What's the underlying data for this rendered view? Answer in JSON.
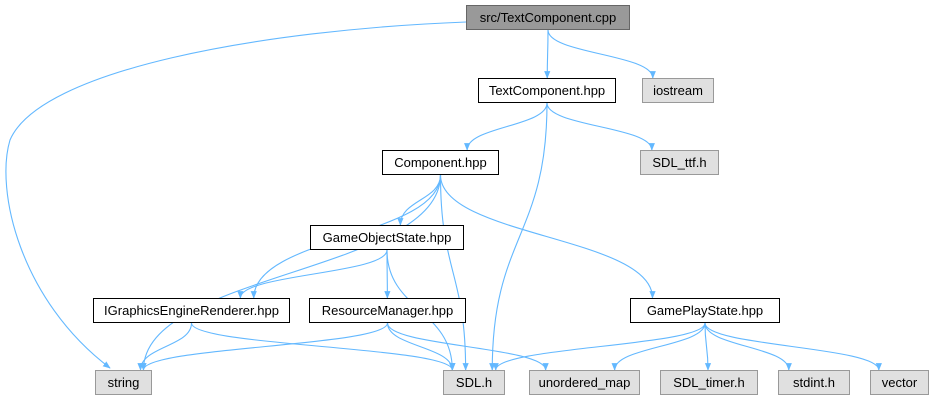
{
  "root": "src/TextComponent.cpp",
  "nodes": {
    "root": "src/TextComponent.cpp",
    "text_component_hpp": "TextComponent.hpp",
    "iostream": "iostream",
    "sdl_ttf": "SDL_ttf.h",
    "component_hpp": "Component.hpp",
    "game_object_state_hpp": "GameObjectState.hpp",
    "igraphics_engine_renderer_hpp": "IGraphicsEngineRenderer.hpp",
    "resource_manager_hpp": "ResourceManager.hpp",
    "game_play_state_hpp": "GamePlayState.hpp",
    "string": "string",
    "sdl_h": "SDL.h",
    "unordered_map": "unordered_map",
    "sdl_timer": "SDL_timer.h",
    "stdint": "stdint.h",
    "vector": "vector"
  },
  "edges": [
    [
      "root",
      "text_component_hpp"
    ],
    [
      "root",
      "iostream"
    ],
    [
      "root",
      "string"
    ],
    [
      "text_component_hpp",
      "component_hpp"
    ],
    [
      "text_component_hpp",
      "sdl_ttf"
    ],
    [
      "text_component_hpp",
      "sdl_h"
    ],
    [
      "component_hpp",
      "game_object_state_hpp"
    ],
    [
      "component_hpp",
      "igraphics_engine_renderer_hpp"
    ],
    [
      "component_hpp",
      "string"
    ],
    [
      "component_hpp",
      "sdl_h"
    ],
    [
      "component_hpp",
      "game_play_state_hpp"
    ],
    [
      "game_object_state_hpp",
      "igraphics_engine_renderer_hpp"
    ],
    [
      "game_object_state_hpp",
      "resource_manager_hpp"
    ],
    [
      "game_object_state_hpp",
      "sdl_h"
    ],
    [
      "igraphics_engine_renderer_hpp",
      "string"
    ],
    [
      "igraphics_engine_renderer_hpp",
      "sdl_h"
    ],
    [
      "resource_manager_hpp",
      "string"
    ],
    [
      "resource_manager_hpp",
      "sdl_h"
    ],
    [
      "resource_manager_hpp",
      "unordered_map"
    ],
    [
      "game_play_state_hpp",
      "sdl_h"
    ],
    [
      "game_play_state_hpp",
      "unordered_map"
    ],
    [
      "game_play_state_hpp",
      "sdl_timer"
    ],
    [
      "game_play_state_hpp",
      "stdint"
    ],
    [
      "game_play_state_hpp",
      "vector"
    ]
  ],
  "colors": {
    "edge": "#63b8ff",
    "root_fill": "#999999",
    "local_fill": "#ffffff",
    "system_fill": "#e0e0e0"
  }
}
